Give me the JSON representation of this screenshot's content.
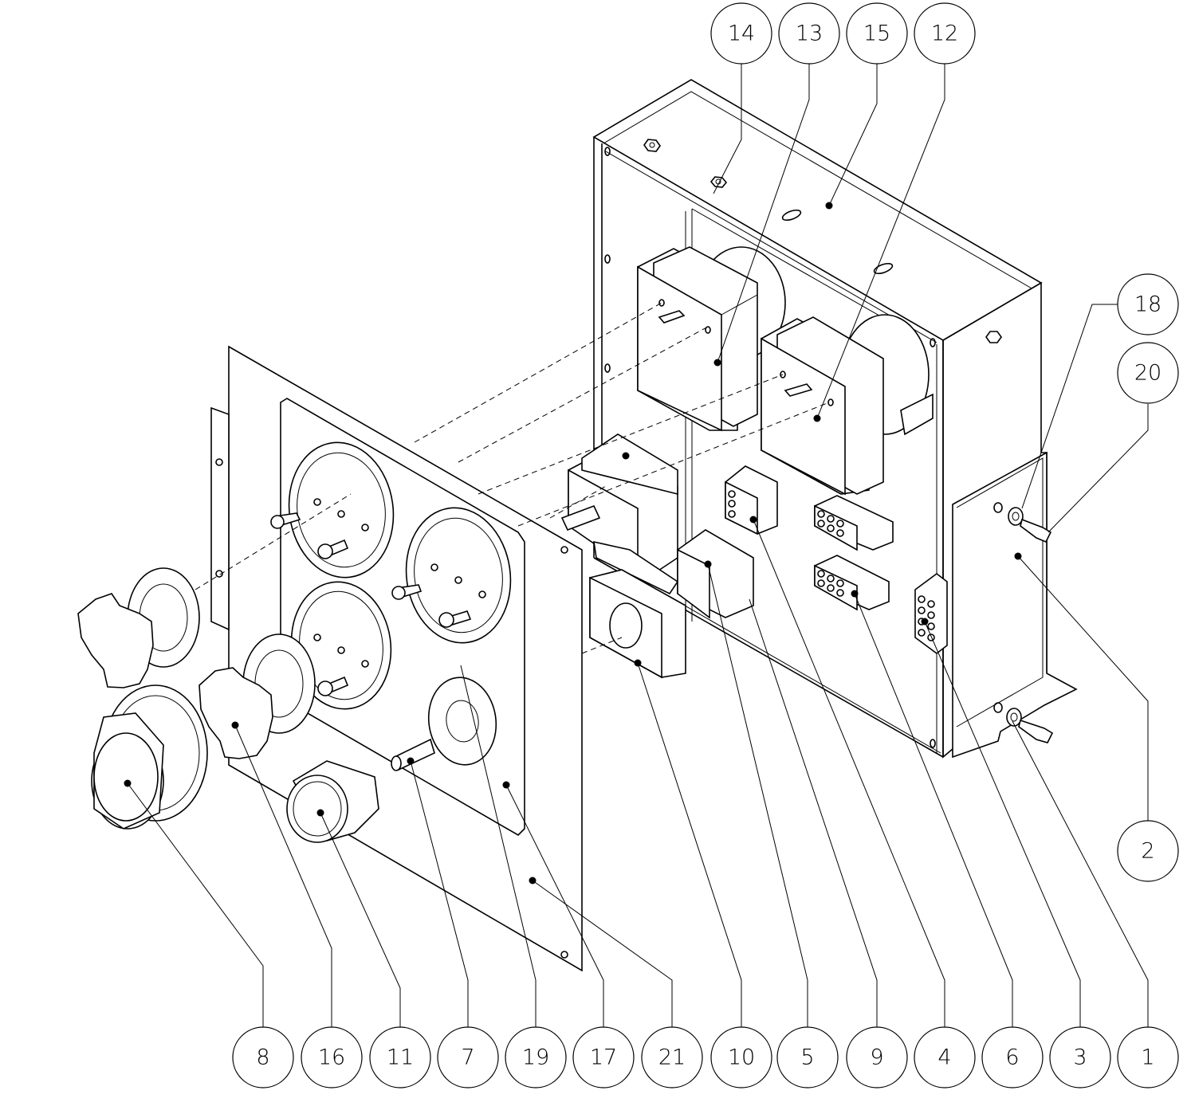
{
  "drawing_type": "exploded assembly view",
  "callouts": {
    "top": [
      {
        "id": "14",
        "label": "14"
      },
      {
        "id": "13",
        "label": "13"
      },
      {
        "id": "15",
        "label": "15"
      },
      {
        "id": "12",
        "label": "12"
      }
    ],
    "right": [
      {
        "id": "18",
        "label": "18"
      },
      {
        "id": "20",
        "label": "20"
      },
      {
        "id": "2",
        "label": "2"
      }
    ],
    "bottom": [
      {
        "id": "8",
        "label": "8"
      },
      {
        "id": "16",
        "label": "16"
      },
      {
        "id": "11",
        "label": "11"
      },
      {
        "id": "7",
        "label": "7"
      },
      {
        "id": "19",
        "label": "19"
      },
      {
        "id": "17",
        "label": "17"
      },
      {
        "id": "21",
        "label": "21"
      },
      {
        "id": "10",
        "label": "10"
      },
      {
        "id": "5",
        "label": "5"
      },
      {
        "id": "9",
        "label": "9"
      },
      {
        "id": "4",
        "label": "4"
      },
      {
        "id": "6",
        "label": "6"
      },
      {
        "id": "3",
        "label": "3"
      },
      {
        "id": "1",
        "label": "1"
      }
    ]
  }
}
